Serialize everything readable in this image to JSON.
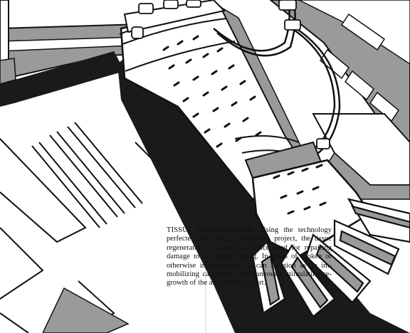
{
  "page": {
    "illustration_icon": "tissue-regenerator-arm-illustration",
    "colors": {
      "ink": "#111111",
      "paper": "#ffffff",
      "halftone_gray": "#9a9a9a",
      "shadow": "#1a1a1a"
    }
  },
  "caption": {
    "title": "TISSUE REGENERATOR:",
    "body": " Using the technology perfected for Derec’s ecosystem project, the tissue regenerator is a medical device used for repairing damage to an organic being. In cases of broken or otherwise injured limbs, it can function as an im-mobilizing cast while simultaneously stimulating re-growth of the affected body part."
  }
}
